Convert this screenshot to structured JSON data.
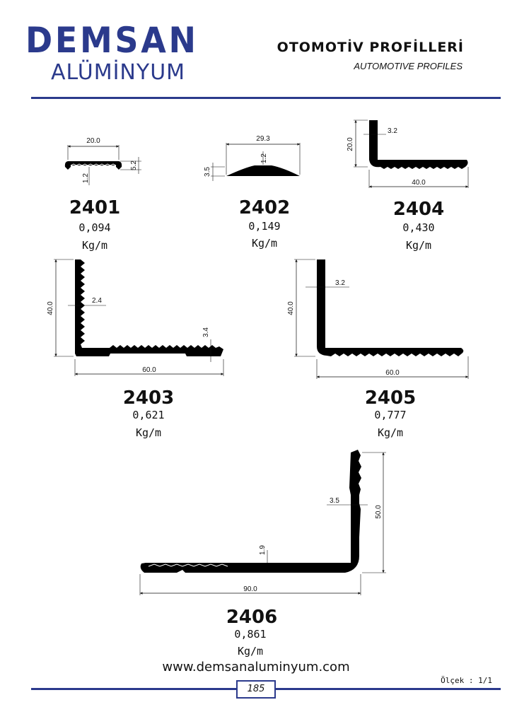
{
  "header": {
    "brand": "DEMSAN",
    "brand_sub": "ALÜMİNYUM",
    "title": "OTOMOTİV PROFİLLERİ",
    "subtitle": "AUTOMOTIVE PROFILES"
  },
  "colors": {
    "brand": "#2b3a8c",
    "ink": "#111111"
  },
  "profiles": [
    {
      "code": "2401",
      "weight": "0,094",
      "unit": "Kg/m",
      "dims": [
        "20.0",
        "5.2",
        "1.2"
      ]
    },
    {
      "code": "2402",
      "weight": "0,149",
      "unit": "Kg/m",
      "dims": [
        "29.3",
        "3.5",
        "1.2"
      ]
    },
    {
      "code": "2404",
      "weight": "0,430",
      "unit": "Kg/m",
      "dims": [
        "3.2",
        "20.0",
        "40.0"
      ]
    },
    {
      "code": "2403",
      "weight": "0,621",
      "unit": "Kg/m",
      "dims": [
        "40.0",
        "2.4",
        "3.4",
        "60.0"
      ]
    },
    {
      "code": "2405",
      "weight": "0,777",
      "unit": "Kg/m",
      "dims": [
        "40.0",
        "3.2",
        "60.0"
      ]
    },
    {
      "code": "2406",
      "weight": "0,861",
      "unit": "Kg/m",
      "dims": [
        "3.5",
        "50.0",
        "1.9",
        "90.0"
      ]
    }
  ],
  "footer": {
    "url": "www.demsanaluminyum.com",
    "scale": "Ölçek : 1/1",
    "page": "185"
  }
}
